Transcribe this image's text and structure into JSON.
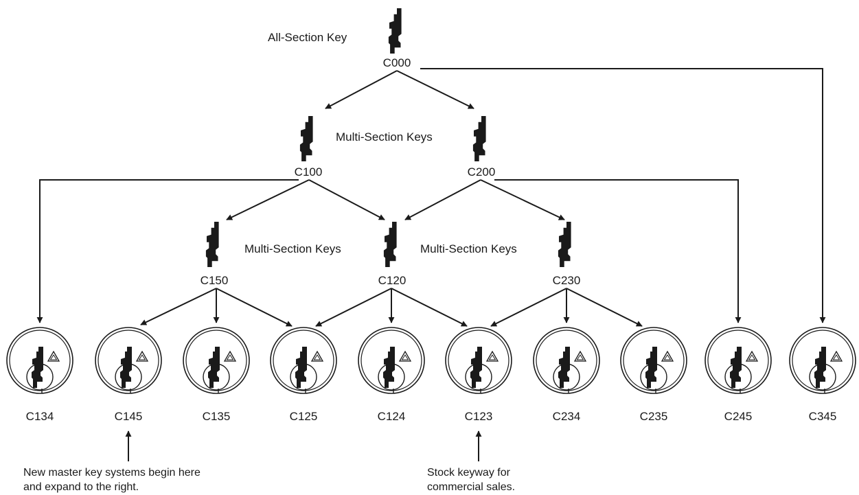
{
  "diagram": {
    "keys": {
      "c000": "C000",
      "c100": "C100",
      "c200": "C200",
      "c150": "C150",
      "c120": "C120",
      "c230": "C230"
    },
    "cylinders": [
      "C134",
      "C145",
      "C135",
      "C125",
      "C124",
      "C123",
      "C234",
      "C235",
      "C245",
      "C345"
    ],
    "labels": {
      "all_section": "All-Section Key",
      "multi_section_top": "Multi-Section Keys",
      "multi_section_left": "Multi-Section Keys",
      "multi_section_right": "Multi-Section Keys"
    },
    "notes": {
      "left_line1": "New master key systems begin here",
      "left_line2": "and expand to the right.",
      "right_line1": "Stock keyway for",
      "right_line2": "commercial sales."
    }
  }
}
